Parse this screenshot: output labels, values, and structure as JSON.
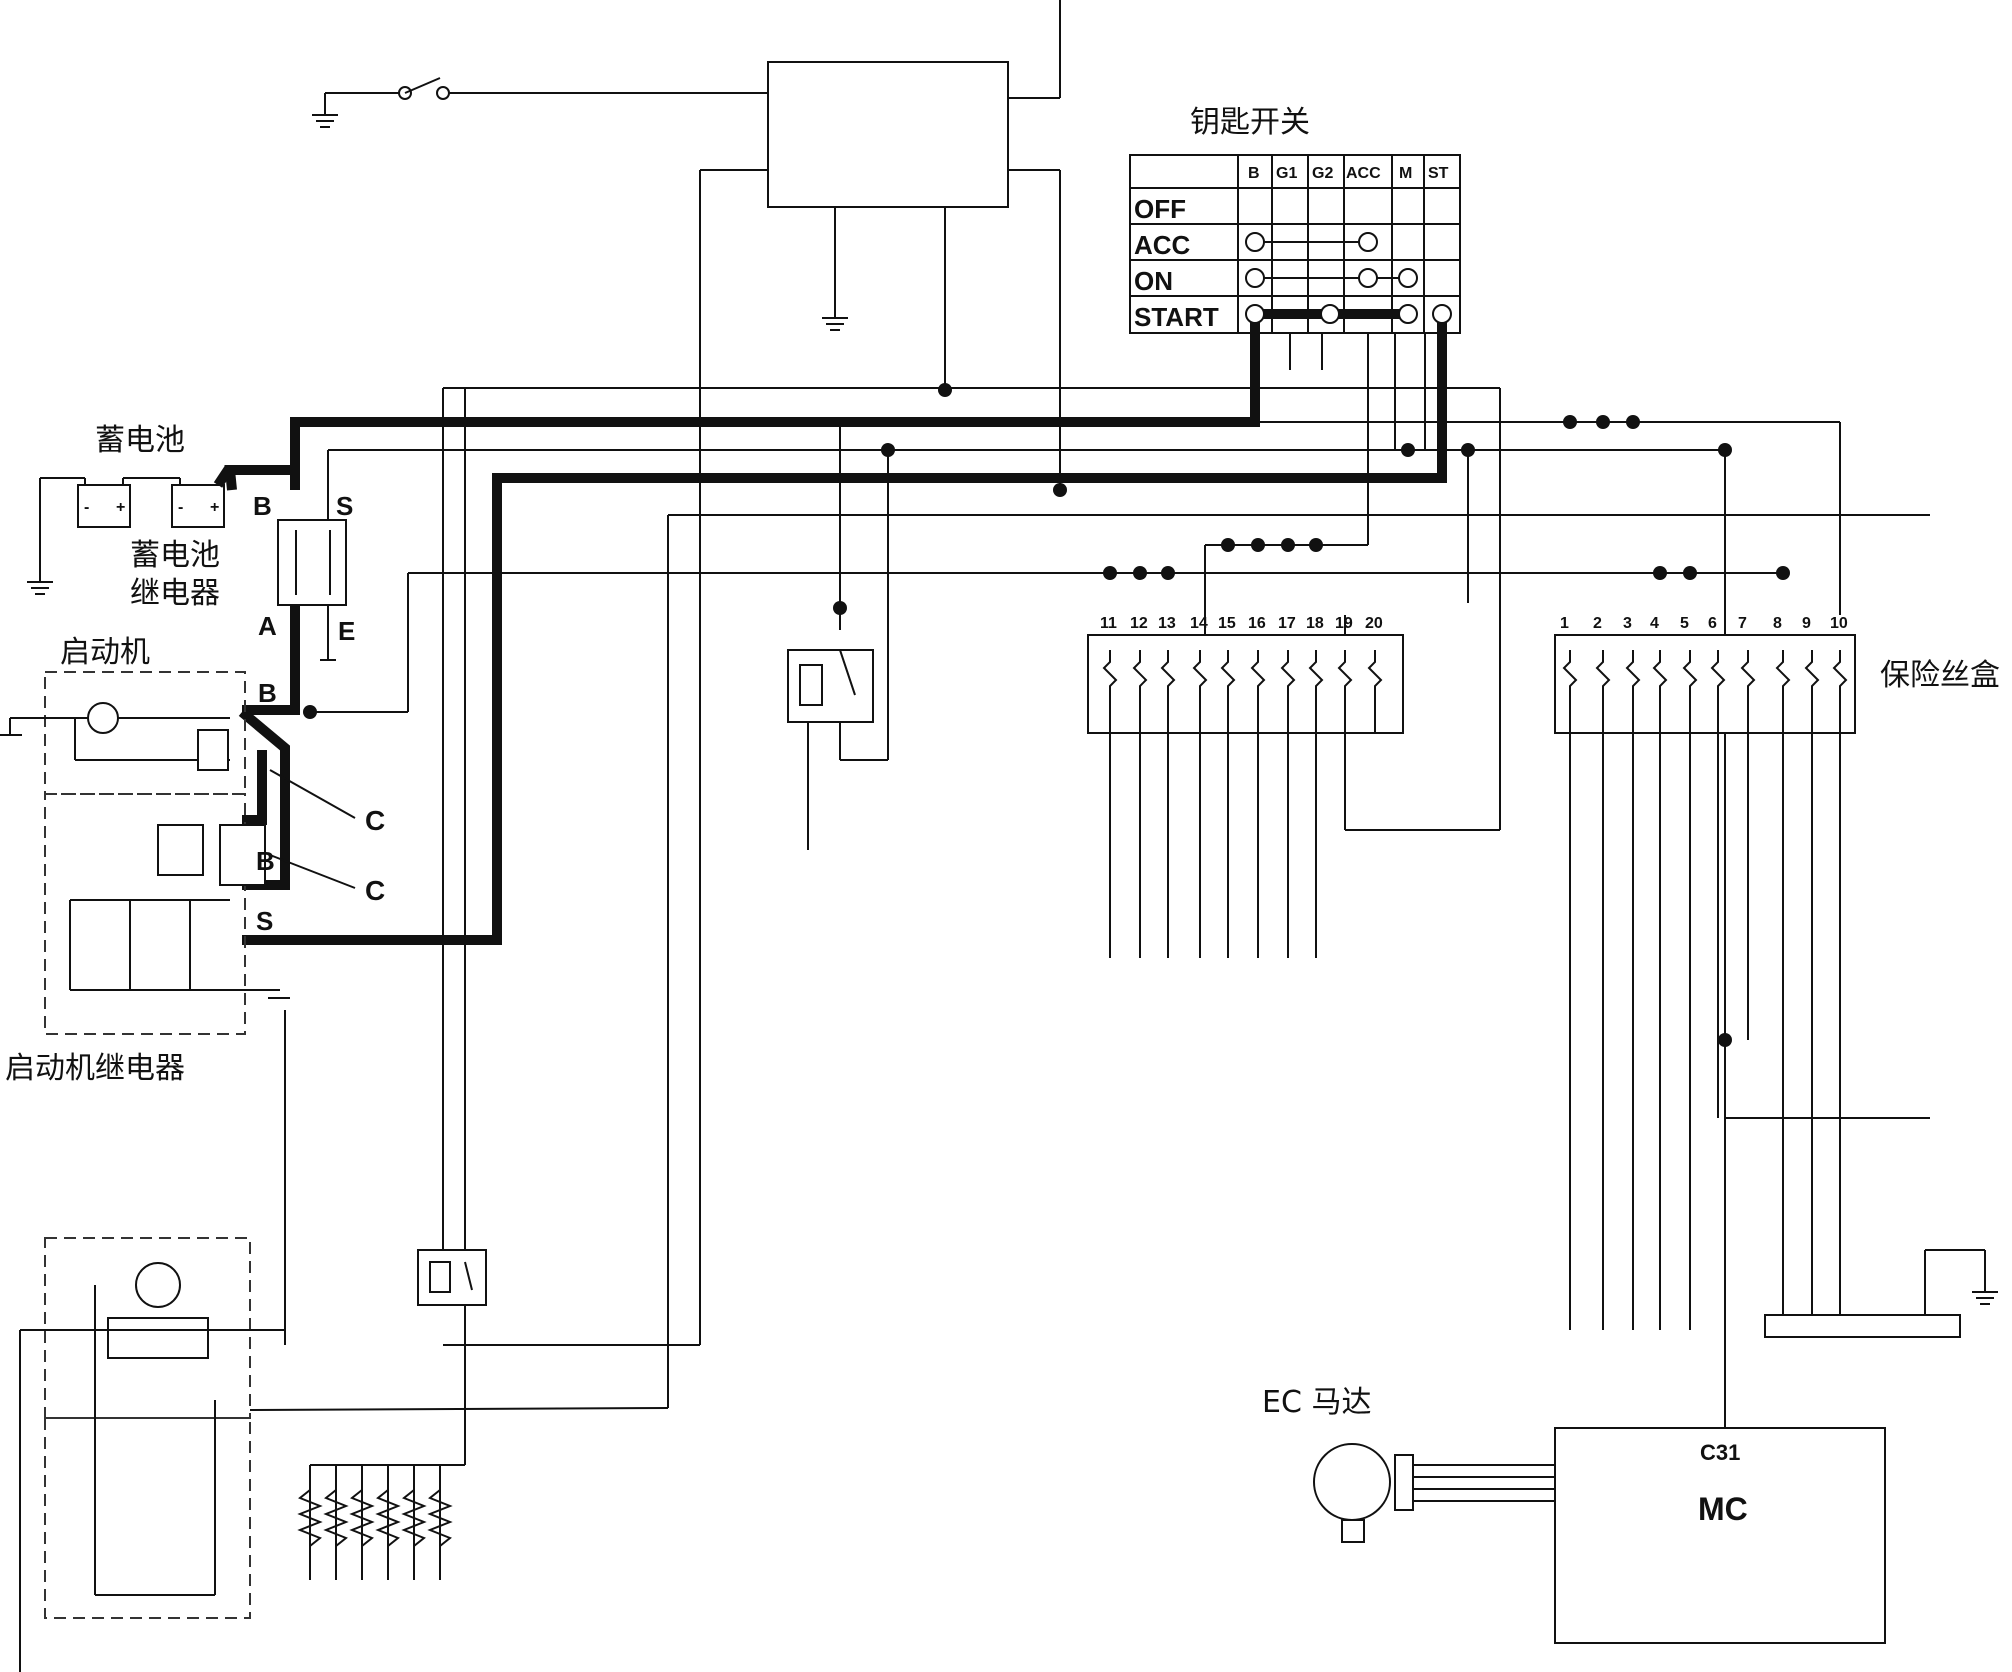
{
  "labels": {
    "key_switch": "钥匙开关",
    "battery": "蓄电池",
    "battery_relay_line1": "蓄电池",
    "battery_relay_line2": "继电器",
    "starter": "启动机",
    "starter_relay": "启动机继电器",
    "fuse_box": "保险丝盒",
    "ec_motor": "EC 马达",
    "mc_box": "MC",
    "mc_pin": "C31",
    "terminal_b1": "B",
    "terminal_s1": "S",
    "terminal_a": "A",
    "terminal_e": "E",
    "terminal_b2": "B",
    "terminal_b3": "B",
    "terminal_s2": "S",
    "terminal_c1": "C",
    "terminal_c2": "C"
  },
  "key_table": {
    "columns": [
      "B",
      "G1",
      "G2",
      "ACC",
      "M",
      "ST"
    ],
    "rows": [
      "OFF",
      "ACC",
      "ON",
      "START"
    ]
  },
  "fuses_left": [
    "11",
    "12",
    "13",
    "14",
    "15",
    "16",
    "17",
    "18",
    "19",
    "20"
  ],
  "fuses_right": [
    "1",
    "2",
    "3",
    "4",
    "5",
    "6",
    "7",
    "8",
    "9",
    "10"
  ]
}
